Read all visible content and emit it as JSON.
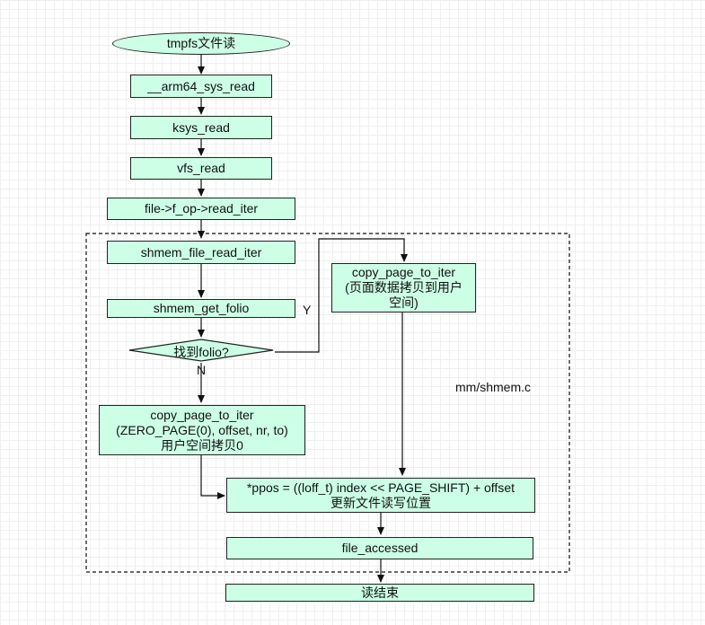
{
  "diagram": {
    "start": "tmpfs文件读",
    "sys_read": "__arm64_sys_read",
    "ksys_read": "ksys_read",
    "vfs_read": "vfs_read",
    "read_iter": "file->f_op->read_iter",
    "shmem_read_iter": "shmem_file_read_iter",
    "shmem_get_folio": "shmem_get_folio",
    "decision": "找到folio?",
    "yes_label": "Y",
    "no_label": "N",
    "copy_page_yes": [
      "copy_page_to_iter",
      "(页面数据拷贝到用户",
      "空间)"
    ],
    "copy_page_no": [
      "copy_page_to_iter",
      "(ZERO_PAGE(0), offset, nr, to)",
      "用户空间拷贝0"
    ],
    "ppos_update": [
      "*ppos = ((loff_t) index << PAGE_SHIFT) + offset",
      "更新文件读写位置"
    ],
    "file_accessed": "file_accessed",
    "end": "读结束",
    "region_label": "mm/shmem.c"
  },
  "colors": {
    "node_fill": "#ccffe6",
    "stroke": "#222222",
    "grid": "#efefef"
  }
}
